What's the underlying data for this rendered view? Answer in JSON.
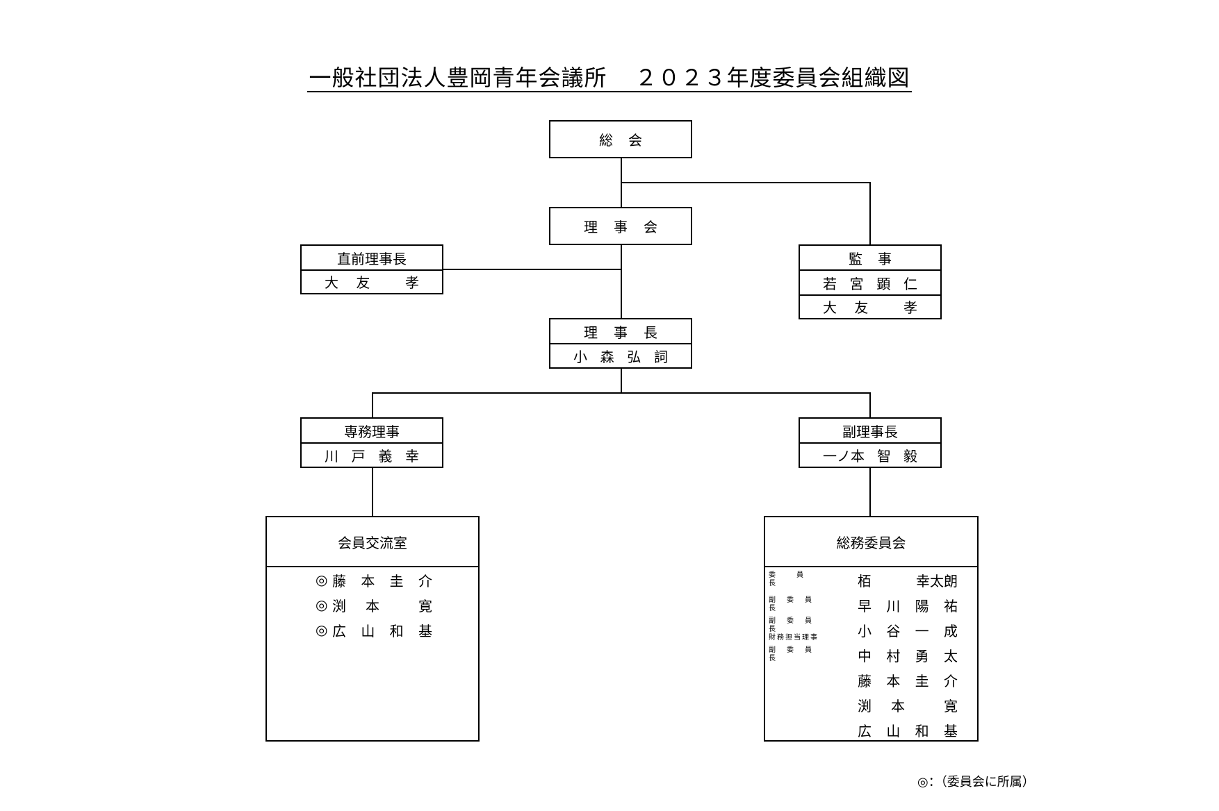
{
  "title": {
    "org": "一般社団法人豊岡青年会議所",
    "year_text": "２０２３年度委員会組織図"
  },
  "nodes": {
    "general_assembly": {
      "label": [
        "総",
        "会"
      ]
    },
    "board": {
      "label": [
        "理",
        "事",
        "会"
      ]
    },
    "past_president": {
      "label": "直前理事長",
      "name": [
        "大",
        "友",
        "",
        "孝"
      ]
    },
    "auditor": {
      "label": [
        "監",
        "事"
      ],
      "names": [
        [
          "若",
          "宮",
          "顕",
          "仁"
        ],
        [
          "大",
          "友",
          "",
          "孝"
        ]
      ]
    },
    "president": {
      "label": [
        "理",
        "事",
        "長"
      ],
      "name": [
        "小",
        "森",
        "弘",
        "詞"
      ]
    },
    "executive_director": {
      "label": "専務理事",
      "name": [
        "川",
        "戸",
        "義",
        "幸"
      ]
    },
    "vice_president": {
      "label": "副理事長",
      "name": [
        "一ノ本",
        "智",
        "毅"
      ]
    }
  },
  "member_exchange_office": {
    "title": "会員交流室",
    "members": [
      {
        "mark": "◎",
        "name": [
          "藤",
          "本",
          "圭",
          "介"
        ]
      },
      {
        "mark": "◎",
        "name": [
          "渕",
          "本",
          "",
          "寛"
        ]
      },
      {
        "mark": "◎",
        "name": [
          "広",
          "山",
          "和",
          "基"
        ]
      }
    ]
  },
  "general_affairs_committee": {
    "title": "総務委員会",
    "members": [
      {
        "role": [
          "委員長"
        ],
        "name": [
          "栢",
          "",
          "幸太朗"
        ]
      },
      {
        "role": [
          "副委員長"
        ],
        "name": [
          "早",
          "川",
          "陽",
          "祐"
        ]
      },
      {
        "role": [
          "副委員長",
          "財務担当理事"
        ],
        "name": [
          "小",
          "谷",
          "一",
          "成"
        ]
      },
      {
        "role": [
          "副委員長"
        ],
        "name": [
          "中",
          "村",
          "勇",
          "太"
        ]
      },
      {
        "role": [],
        "name": [
          "藤",
          "本",
          "圭",
          "介"
        ]
      },
      {
        "role": [],
        "name": [
          "渕",
          "本",
          "",
          "寛"
        ]
      },
      {
        "role": [],
        "name": [
          "広",
          "山",
          "和",
          "基"
        ]
      }
    ]
  },
  "footnote": "◎：（委員会に所属）"
}
